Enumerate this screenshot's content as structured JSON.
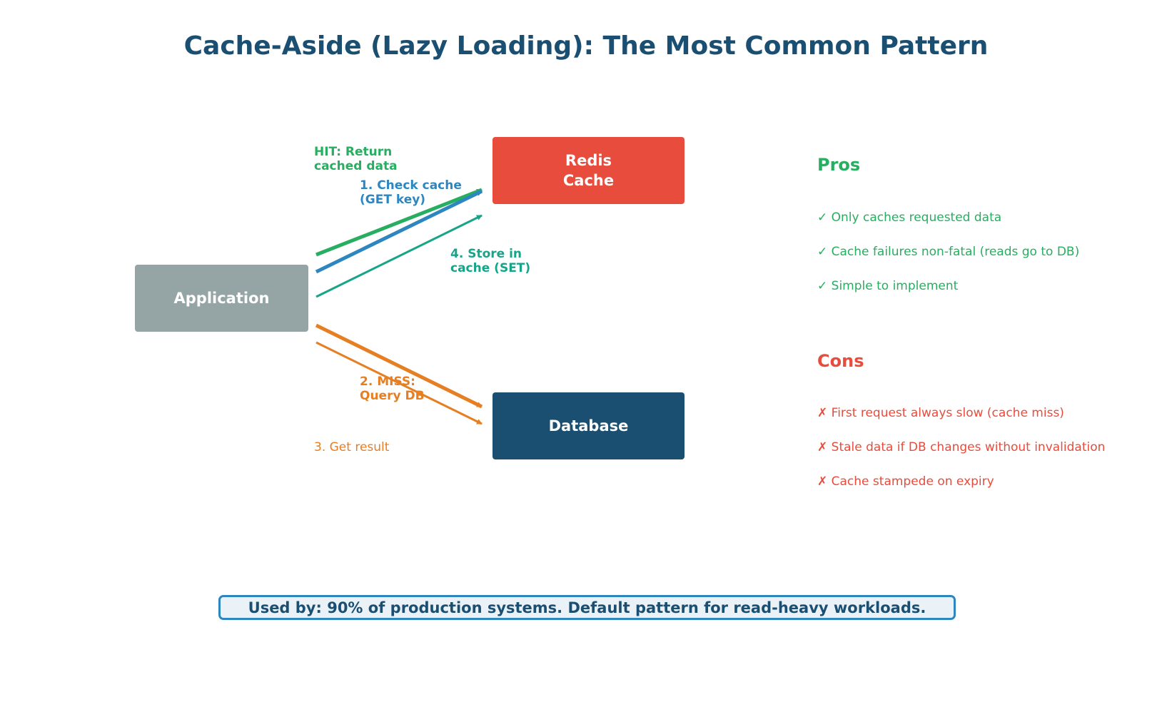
{
  "title": "Cache-Aside (Lazy Loading): The Most Common Pattern",
  "nodes": {
    "application": "Application",
    "cache": "Redis\nCache",
    "database": "Database"
  },
  "flow_labels": {
    "hit": "HIT: Return\ncached data",
    "check": "1. Check cache\n(GET key)",
    "store": "4. Store in\ncache (SET)",
    "miss": "2. MISS:\nQuery DB",
    "result": "3. Get result"
  },
  "pros": {
    "heading": "Pros",
    "items": [
      "✓ Only caches requested data",
      "✓ Cache failures non-fatal (reads go to DB)",
      "✓ Simple to implement"
    ]
  },
  "cons": {
    "heading": "Cons",
    "items": [
      "✗ First request always slow (cache miss)",
      "✗ Stale data if DB changes without invalidation",
      "✗ Cache stampede on expiry"
    ]
  },
  "footer": "Used by: 90% of production systems. Default pattern for read-heavy workloads.",
  "colors": {
    "hit": "#27ae60",
    "check": "#2e86c1",
    "store": "#17a589",
    "miss": "#e67e22",
    "cache": "#e74c3c",
    "database": "#1b4f72",
    "application": "#95a5a6"
  }
}
